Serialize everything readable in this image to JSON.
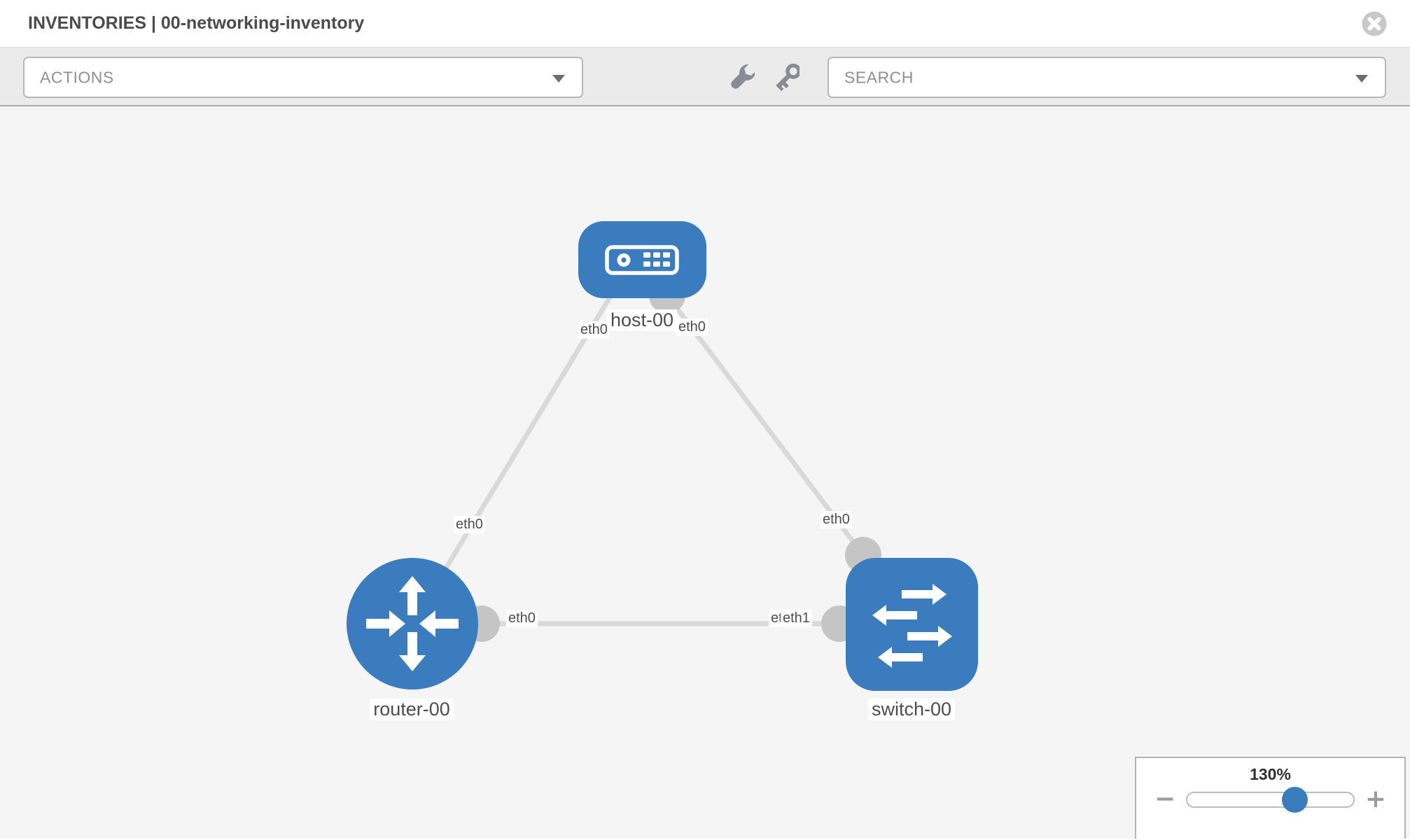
{
  "header": {
    "title": "INVENTORIES | 00-networking-inventory"
  },
  "toolbar": {
    "actions": {
      "label": "ACTIONS"
    },
    "search": {
      "label": "SEARCH"
    },
    "icons": [
      "wrench",
      "key"
    ]
  },
  "topology": {
    "nodes": [
      {
        "name": "host-00",
        "type": "host"
      },
      {
        "name": "router-00",
        "type": "router"
      },
      {
        "name": "switch-00",
        "type": "switch"
      }
    ],
    "links": [
      {
        "source": "host-00",
        "source_interface": "eth0",
        "target": "router-00",
        "target_interface": "eth0"
      },
      {
        "source": "host-00",
        "source_interface": "eth0",
        "target": "switch-00",
        "target_interface": "eth0"
      },
      {
        "source": "router-00",
        "source_interface": "eth0",
        "target": "switch-00",
        "target_interface": "eth1"
      }
    ]
  },
  "zoom": {
    "level": "130%",
    "minus_label": "−",
    "plus_label": "+"
  },
  "colors": {
    "node_blue": "#3a7cbd",
    "edge_gray": "#d9d9d9",
    "port_gray": "#c5c5c5",
    "toolbar_gray": "#ebebeb",
    "canvas_gray": "#f5f5f5"
  }
}
